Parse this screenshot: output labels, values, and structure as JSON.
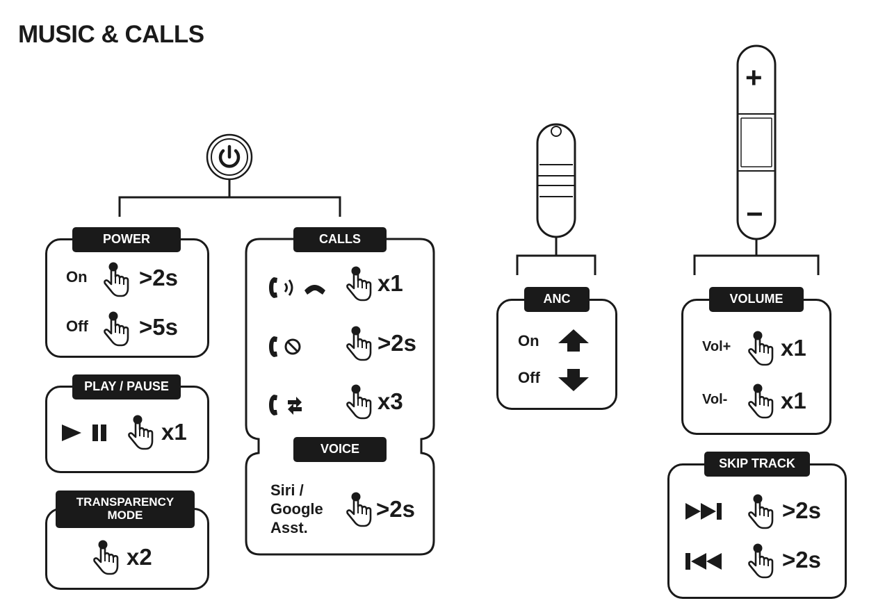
{
  "title": "MUSIC & CALLS",
  "power": {
    "label": "POWER",
    "rows": [
      {
        "text": "On",
        "gesture": "hold",
        "duration": ">2s"
      },
      {
        "text": "Off",
        "gesture": "hold",
        "duration": ">5s"
      }
    ]
  },
  "play_pause": {
    "label": "PLAY / PAUSE",
    "icons": [
      "play-icon",
      "pause-icon"
    ],
    "count": "x1"
  },
  "transparency": {
    "label_line1": "TRANSPARENCY",
    "label_line2": "MODE",
    "count": "x2"
  },
  "calls": {
    "label": "CALLS",
    "rows": [
      {
        "icons": [
          "incoming-call-icon",
          "hang-up-icon"
        ],
        "value": "x1"
      },
      {
        "icons": [
          "reject-call-icon"
        ],
        "value": ">2s"
      },
      {
        "icons": [
          "switch-call-icon"
        ],
        "value": "x3"
      }
    ]
  },
  "voice": {
    "label": "VOICE",
    "line1": "Siri /",
    "line2": "Google",
    "line3": "Asst.",
    "value": ">2s"
  },
  "anc": {
    "label": "ANC",
    "rows": [
      {
        "text": "On",
        "icon": "arrow-up-icon"
      },
      {
        "text": "Off",
        "icon": "arrow-down-icon"
      }
    ]
  },
  "volume": {
    "label": "VOLUME",
    "rows": [
      {
        "text": "Vol+",
        "value": "x1"
      },
      {
        "text": "Vol-",
        "value": "x1"
      }
    ]
  },
  "skip": {
    "label": "SKIP TRACK",
    "rows": [
      {
        "icon": "next-track-icon",
        "value": ">2s"
      },
      {
        "icon": "previous-track-icon",
        "value": ">2s"
      }
    ]
  },
  "controls": {
    "power_button_icon": "power-icon",
    "volume_plus": "+",
    "volume_minus": "−"
  },
  "colors": {
    "ink": "#1a1a1a",
    "background": "#ffffff"
  }
}
